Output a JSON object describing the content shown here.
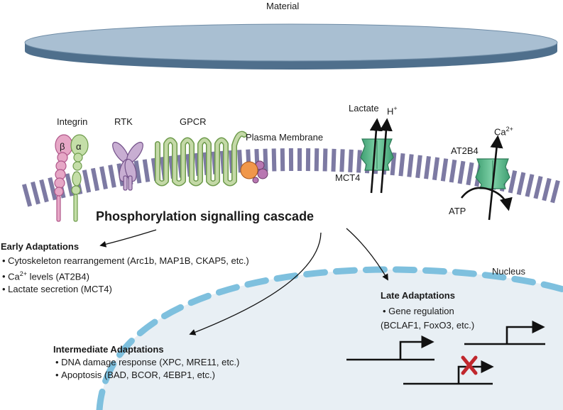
{
  "labels": {
    "material": "Material",
    "integrin": "Integrin",
    "beta": "β",
    "alpha": "α",
    "rtk": "RTK",
    "gpcr": "GPCR",
    "plasma_membrane": "Plasma Membrane",
    "lactate": "Lactate",
    "h_plus_base": "H",
    "h_plus_sup": "+",
    "mct4": "MCT4",
    "ca_base": "Ca",
    "ca_sup": "2+",
    "at2b4": "AT2B4",
    "atp": "ATP",
    "cascade": "Phosphorylation signalling cascade",
    "nucleus": "Nucleus"
  },
  "early": {
    "title": "Early Adaptations",
    "item1": "Cytoskeleton rearrangement (Arc1b, MAP1B, CKAP5, etc.)",
    "item2_base": "Ca",
    "item2_sup": "2+",
    "item2_rest": " levels (AT2B4)",
    "item3": "Lactate secretion (MCT4)"
  },
  "late": {
    "title": "Late Adaptations",
    "item1": "Gene regulation",
    "item1_cont": "(BCLAF1, FoxO3, etc.)"
  },
  "intermediate": {
    "title": "Intermediate Adaptations",
    "item1": "DNA damage response (XPC, MRE11, etc.)",
    "item2": "Apoptosis (BAD, BCOR, 4EBP1, etc.)"
  },
  "colors": {
    "material_top": "#a9bfd2",
    "material_side": "#4f6f8c",
    "membrane": "#7d7aa3",
    "nucleus_fill": "#e8eff4",
    "nucleus_border": "#7ec0de",
    "integrin_beta": "#e6a7c6",
    "integrin_alpha": "#c4dea8",
    "rtk": "#c8aed2",
    "gpcr": "#c4d9a7",
    "ligand": "#f0974a",
    "ligand_small": "#b877b1",
    "transporter": "#5fba8d",
    "inhibit_x": "#c0272d"
  }
}
